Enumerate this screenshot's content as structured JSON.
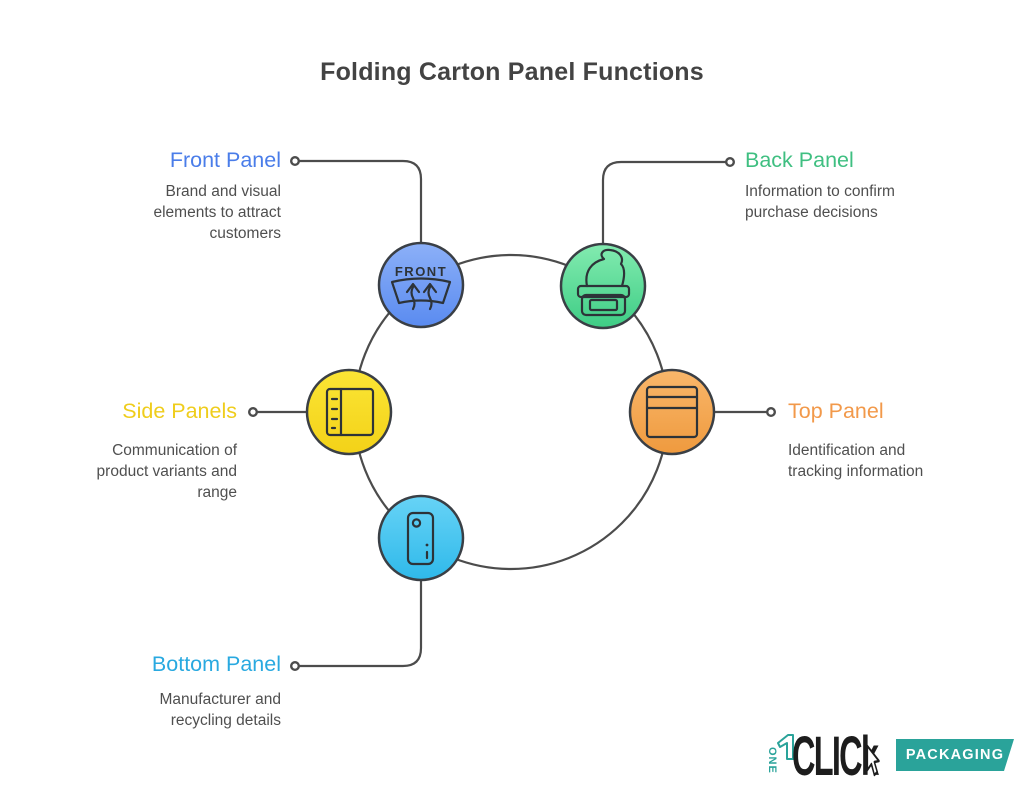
{
  "title": "Folding Carton Panel Functions",
  "panels": [
    {
      "label": "Front Panel",
      "description": "Brand and visual elements to attract customers",
      "accent_color": "#4a7de9",
      "node_color": "#5a8bf0",
      "icon": "windshield-front-icon",
      "icon_text": "FRONT"
    },
    {
      "label": "Back Panel",
      "description": "Information to confirm purchase decisions",
      "accent_color": "#3fbf81",
      "node_color": "#3ecd85",
      "icon": "cream-jar-icon"
    },
    {
      "label": "Side Panels",
      "description": "Communication of product variants and range",
      "accent_color": "#efcd1c",
      "node_color": "#f3d218",
      "icon": "carton-side-panel-icon"
    },
    {
      "label": "Top Panel",
      "description": "Identification and tracking information",
      "accent_color": "#f2994a",
      "node_color": "#ef9a3e",
      "icon": "carton-top-panel-icon"
    },
    {
      "label": "Bottom Panel",
      "description": "Manufacturer and recycling details",
      "accent_color": "#29a9e0",
      "node_color": "#2fb9ea",
      "icon": "carton-bottom-panel-icon"
    }
  ],
  "diagram": {
    "line_color": "#4c4c4c",
    "node_outline_color": "#3a3f45"
  },
  "logo": {
    "one": "ONE",
    "click": "CLIC",
    "k": "k",
    "packaging": "PACKAGING",
    "teal_color": "#2aa39a",
    "black_color": "#1d1d1d"
  }
}
